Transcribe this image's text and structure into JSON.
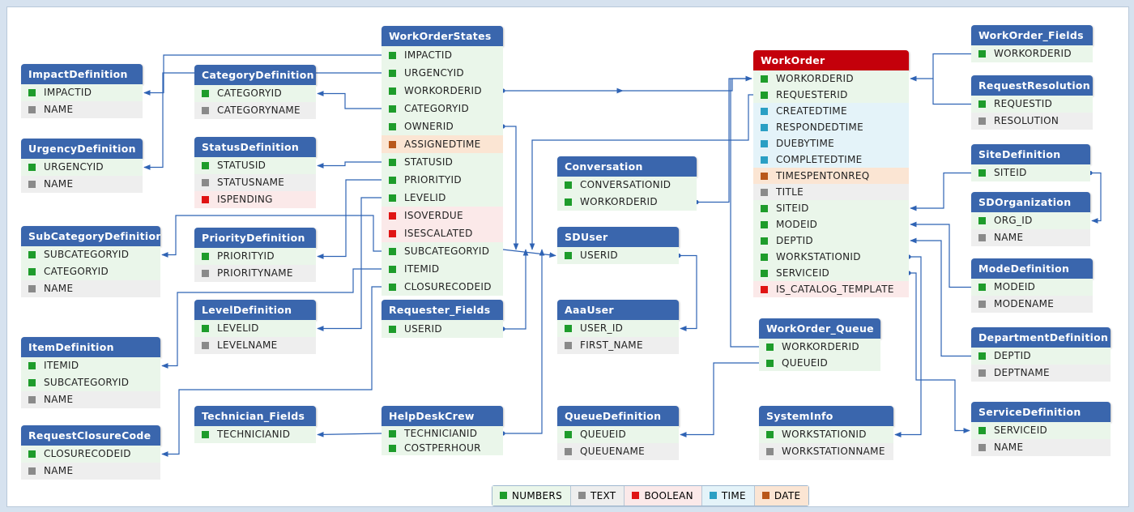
{
  "legend": [
    {
      "label": "NUMBERS",
      "type": "numbers"
    },
    {
      "label": "TEXT",
      "type": "text"
    },
    {
      "label": "BOOLEAN",
      "type": "boolean"
    },
    {
      "label": "TIME",
      "type": "time"
    },
    {
      "label": "DATE",
      "type": "date"
    }
  ],
  "tables": [
    {
      "id": "workorderstates",
      "title": "WorkOrderStates",
      "fields": [
        {
          "name": "IMPACTID",
          "type": "numbers"
        },
        {
          "name": "URGENCYID",
          "type": "numbers"
        },
        {
          "name": "WORKORDERID",
          "type": "numbers"
        },
        {
          "name": "CATEGORYID",
          "type": "numbers"
        },
        {
          "name": "OWNERID",
          "type": "numbers"
        },
        {
          "name": "ASSIGNEDTIME",
          "type": "date"
        },
        {
          "name": "STATUSID",
          "type": "numbers"
        },
        {
          "name": "PRIORITYID",
          "type": "numbers"
        },
        {
          "name": "LEVELID",
          "type": "numbers"
        },
        {
          "name": "ISOVERDUE",
          "type": "boolean"
        },
        {
          "name": "ISESCALATED",
          "type": "boolean"
        },
        {
          "name": "SUBCATEGORYID",
          "type": "numbers"
        },
        {
          "name": "ITEMID",
          "type": "numbers"
        },
        {
          "name": "CLOSURECODEID",
          "type": "numbers"
        }
      ]
    },
    {
      "id": "impactdefinition",
      "title": "ImpactDefinition",
      "fields": [
        {
          "name": "IMPACTID",
          "type": "numbers"
        },
        {
          "name": "NAME",
          "type": "text"
        }
      ]
    },
    {
      "id": "categorydefinition",
      "title": "CategoryDefinition",
      "fields": [
        {
          "name": "CATEGORYID",
          "type": "numbers"
        },
        {
          "name": "CATEGORYNAME",
          "type": "text"
        }
      ]
    },
    {
      "id": "urgencydefinition",
      "title": "UrgencyDefinition",
      "fields": [
        {
          "name": "URGENCYID",
          "type": "numbers"
        },
        {
          "name": "NAME",
          "type": "text"
        }
      ]
    },
    {
      "id": "statusdefinition",
      "title": "StatusDefinition",
      "fields": [
        {
          "name": "STATUSID",
          "type": "numbers"
        },
        {
          "name": "STATUSNAME",
          "type": "text"
        },
        {
          "name": "ISPENDING",
          "type": "boolean"
        }
      ]
    },
    {
      "id": "subcategorydefinition",
      "title": "SubCategoryDefinition",
      "fields": [
        {
          "name": "SUBCATEGORYID",
          "type": "numbers"
        },
        {
          "name": "CATEGORYID",
          "type": "numbers"
        },
        {
          "name": "NAME",
          "type": "text"
        }
      ]
    },
    {
      "id": "prioritydefinition",
      "title": "PriorityDefinition",
      "fields": [
        {
          "name": "PRIORITYID",
          "type": "numbers"
        },
        {
          "name": "PRIORITYNAME",
          "type": "text"
        }
      ]
    },
    {
      "id": "leveldefinition",
      "title": "LevelDefinition",
      "fields": [
        {
          "name": "LEVELID",
          "type": "numbers"
        },
        {
          "name": "LEVELNAME",
          "type": "text"
        }
      ]
    },
    {
      "id": "itemdefinition",
      "title": "ItemDefinition",
      "fields": [
        {
          "name": "ITEMID",
          "type": "numbers"
        },
        {
          "name": "SUBCATEGORYID",
          "type": "numbers"
        },
        {
          "name": "NAME",
          "type": "text"
        }
      ]
    },
    {
      "id": "requestclosurecode",
      "title": "RequestClosureCode",
      "fields": [
        {
          "name": "CLOSURECODEID",
          "type": "numbers"
        },
        {
          "name": "NAME",
          "type": "text"
        }
      ]
    },
    {
      "id": "technicianfields",
      "title": "Technician_Fields",
      "fields": [
        {
          "name": "TECHNICIANID",
          "type": "numbers"
        }
      ]
    },
    {
      "id": "requesterfields",
      "title": "Requester_Fields",
      "fields": [
        {
          "name": "USERID",
          "type": "numbers"
        }
      ]
    },
    {
      "id": "helpdeskcrew",
      "title": "HelpDeskCrew",
      "fields": [
        {
          "name": "TECHNICIANID",
          "type": "numbers"
        },
        {
          "name": "COSTPERHOUR",
          "type": "numbers"
        }
      ]
    },
    {
      "id": "conversation",
      "title": "Conversation",
      "fields": [
        {
          "name": "CONVERSATIONID",
          "type": "numbers"
        },
        {
          "name": "WORKORDERID",
          "type": "numbers"
        }
      ]
    },
    {
      "id": "sduser",
      "title": "SDUser",
      "fields": [
        {
          "name": "USERID",
          "type": "numbers"
        }
      ]
    },
    {
      "id": "aaauser",
      "title": "AaaUser",
      "fields": [
        {
          "name": "USER_ID",
          "type": "numbers"
        },
        {
          "name": "FIRST_NAME",
          "type": "text"
        }
      ]
    },
    {
      "id": "queuedefinition",
      "title": "QueueDefinition",
      "fields": [
        {
          "name": "QUEUEID",
          "type": "numbers"
        },
        {
          "name": "QUEUENAME",
          "type": "text"
        }
      ]
    },
    {
      "id": "workorder",
      "title": "WorkOrder",
      "fields": [
        {
          "name": "WORKORDERID",
          "type": "numbers"
        },
        {
          "name": "REQUESTERID",
          "type": "numbers"
        },
        {
          "name": "CREATEDTIME",
          "type": "time"
        },
        {
          "name": "RESPONDEDTIME",
          "type": "time"
        },
        {
          "name": "DUEBYTIME",
          "type": "time"
        },
        {
          "name": "COMPLETEDTIME",
          "type": "time"
        },
        {
          "name": "TIMESPENTONREQ",
          "type": "date"
        },
        {
          "name": "TITLE",
          "type": "text"
        },
        {
          "name": "SITEID",
          "type": "numbers"
        },
        {
          "name": "MODEID",
          "type": "numbers"
        },
        {
          "name": "DEPTID",
          "type": "numbers"
        },
        {
          "name": "WORKSTATIONID",
          "type": "numbers"
        },
        {
          "name": "SERVICEID",
          "type": "numbers"
        },
        {
          "name": "IS_CATALOG_TEMPLATE",
          "type": "boolean"
        }
      ]
    },
    {
      "id": "workorderqueue",
      "title": "WorkOrder_Queue",
      "fields": [
        {
          "name": "WORKORDERID",
          "type": "numbers"
        },
        {
          "name": "QUEUEID",
          "type": "numbers"
        }
      ]
    },
    {
      "id": "systeminfo",
      "title": "SystemInfo",
      "fields": [
        {
          "name": "WORKSTATIONID",
          "type": "numbers"
        },
        {
          "name": "WORKSTATIONNAME",
          "type": "text"
        }
      ]
    },
    {
      "id": "workorderfields",
      "title": "WorkOrder_Fields",
      "fields": [
        {
          "name": "WORKORDERID",
          "type": "numbers"
        }
      ]
    },
    {
      "id": "requestresolution",
      "title": "RequestResolution",
      "fields": [
        {
          "name": "REQUESTID",
          "type": "numbers"
        },
        {
          "name": "RESOLUTION",
          "type": "text"
        }
      ]
    },
    {
      "id": "sitedefinition",
      "title": "SiteDefinition",
      "fields": [
        {
          "name": "SITEID",
          "type": "numbers"
        }
      ]
    },
    {
      "id": "sdorganization",
      "title": "SDOrganization",
      "fields": [
        {
          "name": "ORG_ID",
          "type": "numbers"
        },
        {
          "name": "NAME",
          "type": "text"
        }
      ]
    },
    {
      "id": "modedefinition",
      "title": "ModeDefinition",
      "fields": [
        {
          "name": "MODEID",
          "type": "numbers"
        },
        {
          "name": "MODENAME",
          "type": "text"
        }
      ]
    },
    {
      "id": "departmentdefinition",
      "title": "DepartmentDefinition",
      "fields": [
        {
          "name": "DEPTID",
          "type": "numbers"
        },
        {
          "name": "DEPTNAME",
          "type": "text"
        }
      ]
    },
    {
      "id": "servicedefinition",
      "title": "ServiceDefinition",
      "fields": [
        {
          "name": "SERVICEID",
          "type": "numbers"
        },
        {
          "name": "NAME",
          "type": "text"
        }
      ]
    }
  ]
}
